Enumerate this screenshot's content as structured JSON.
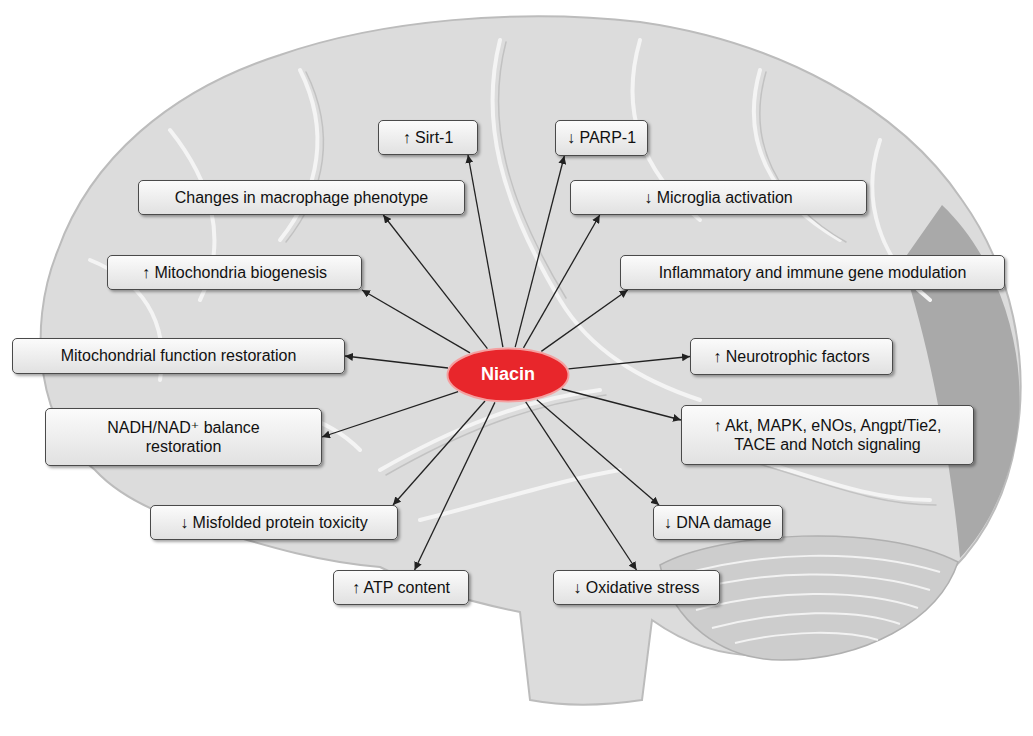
{
  "diagram": {
    "nodes": [
      {
        "text": [
          "↑ Sirt-1"
        ]
      },
      {
        "text": [
          "↓ PARP-1"
        ]
      },
      {
        "text": [
          "Changes in macrophage phenotype"
        ]
      },
      {
        "text": [
          "↓ Microglia activation"
        ]
      },
      {
        "text": [
          "↑ Mitochondria biogenesis"
        ]
      },
      {
        "text": [
          "Inflammatory and immune gene modulation"
        ]
      },
      {
        "text": [
          "Mitochondrial function restoration"
        ]
      },
      {
        "text": [
          "Niacin"
        ]
      },
      {
        "text": [
          "↑ Neurotrophic factors"
        ]
      },
      {
        "text": [
          "NADH/NAD⁺ balance restoration"
        ]
      },
      {
        "text": [
          "↑ Akt, MAPK, eNOs, Angpt/Tie2, TACE and Notch signaling"
        ]
      },
      {
        "text": [
          "↓ Misfolded protein toxicity"
        ]
      },
      {
        "text": [
          "↓ DNA damage"
        ]
      },
      {
        "text": [
          "↑ ATP content"
        ]
      },
      {
        "text": [
          "↓ Oxidative stress"
        ]
      }
    ],
    "edges": [
      {
        "from": 7,
        "to": 0,
        "arrow": "to"
      },
      {
        "from": 7,
        "to": 1,
        "arrow": "to"
      },
      {
        "from": 7,
        "to": 2,
        "arrow": "to"
      },
      {
        "from": 7,
        "to": 3,
        "arrow": "to"
      },
      {
        "from": 7,
        "to": 4,
        "arrow": "to"
      },
      {
        "from": 7,
        "to": 5,
        "arrow": "to"
      },
      {
        "from": 7,
        "to": 6,
        "arrow": "to"
      },
      {
        "from": 7,
        "to": 8,
        "arrow": "to"
      },
      {
        "from": 7,
        "to": 9,
        "arrow": "to"
      },
      {
        "from": 7,
        "to": 10,
        "arrow": "to"
      },
      {
        "from": 7,
        "to": 11,
        "arrow": "to"
      },
      {
        "from": 7,
        "to": 12,
        "arrow": "to"
      },
      {
        "from": 7,
        "to": 13,
        "arrow": "to"
      },
      {
        "from": 7,
        "to": 14,
        "arrow": "to"
      }
    ]
  }
}
